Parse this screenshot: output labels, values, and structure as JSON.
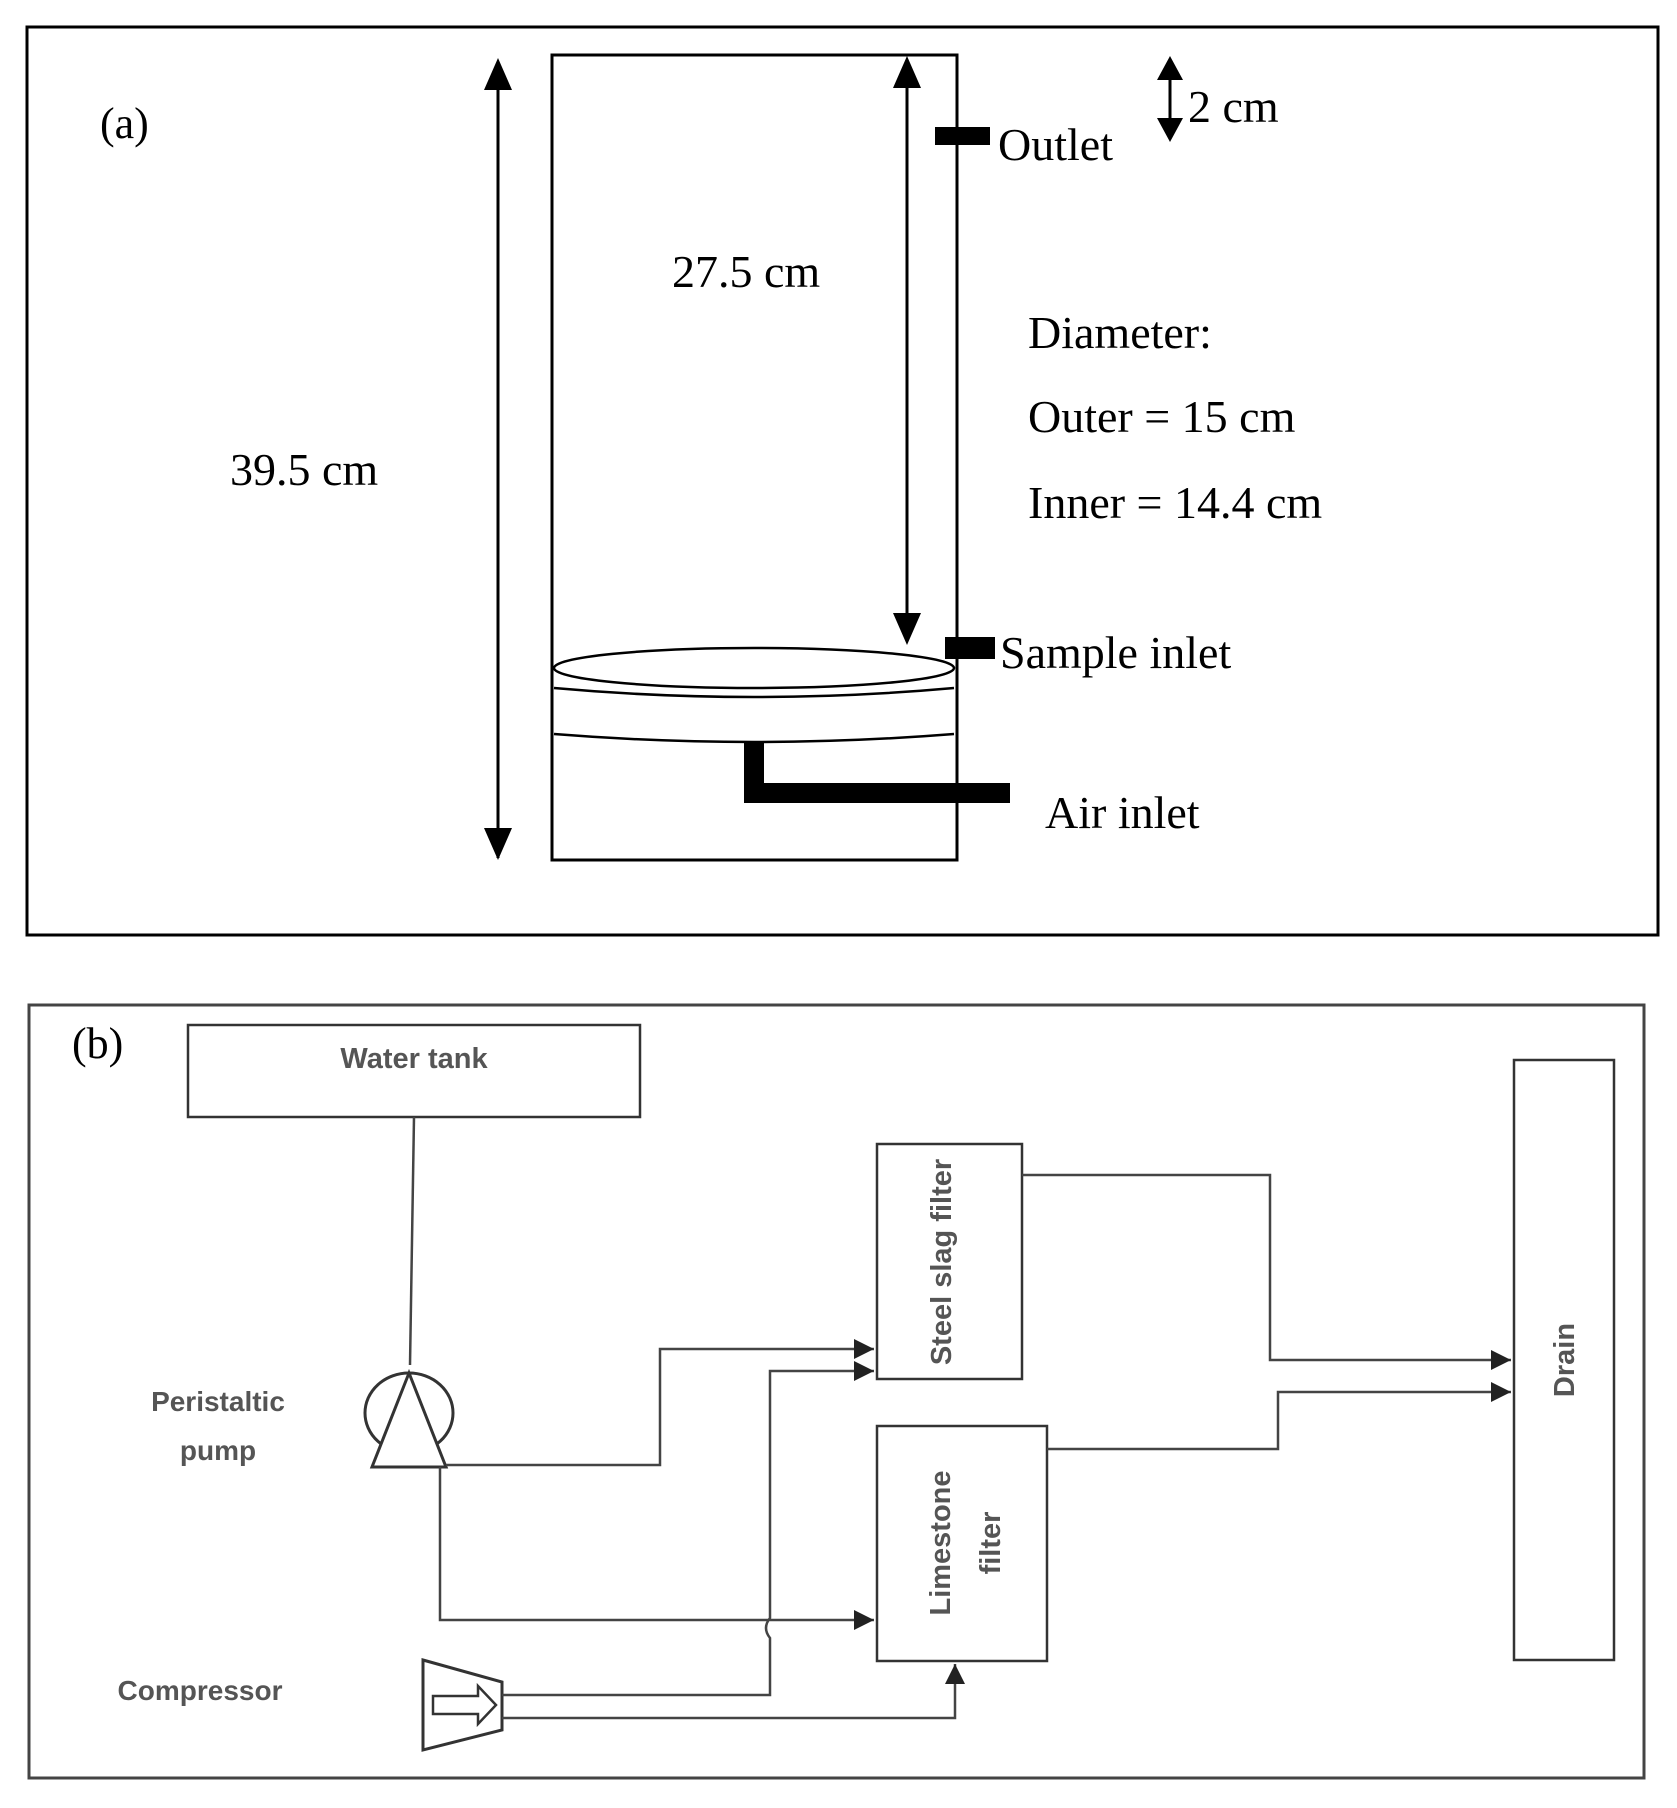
{
  "panel_a": {
    "label": "(a)",
    "height_total": "39.5 cm",
    "height_inner": "27.5 cm",
    "outlet_offset": "2 cm",
    "outlet": "Outlet",
    "diameter_title": "Diameter:",
    "outer": "Outer = 15 cm",
    "inner": "Inner = 14.4 cm",
    "sample_inlet": "Sample inlet",
    "air_inlet": "Air inlet"
  },
  "panel_b": {
    "label": "(b)",
    "water_tank": "Water tank",
    "pump_line1": "Peristaltic",
    "pump_line2": "pump",
    "compressor": "Compressor",
    "steel_slag_filter": "Steel slag filter",
    "limestone_line1": "Limestone",
    "limestone_line2": "filter",
    "drain": "Drain"
  },
  "colors": {
    "line": "#000000",
    "schematic_text": "#555555"
  }
}
